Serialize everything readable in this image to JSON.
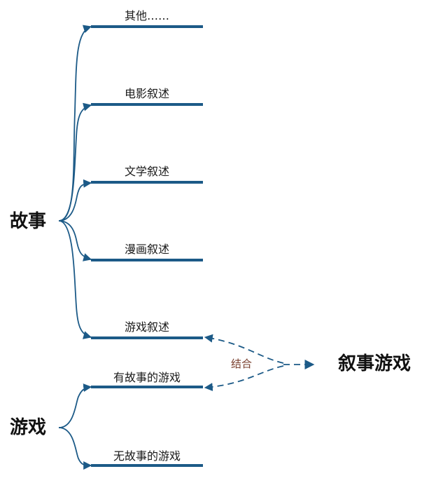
{
  "story": {
    "label": "故事",
    "children": [
      "其他……",
      "电影叙述",
      "文学叙述",
      "漫画叙述",
      "游戏叙述"
    ]
  },
  "game": {
    "label": "游戏",
    "children": [
      "有故事的游戏",
      "无故事的游戏"
    ]
  },
  "target": {
    "label": "叙事游戏",
    "connector_label": "结合"
  },
  "colors": {
    "line": "#1c5a87",
    "connector_label": "#7a3f2e",
    "text": "#1a1a1a"
  }
}
